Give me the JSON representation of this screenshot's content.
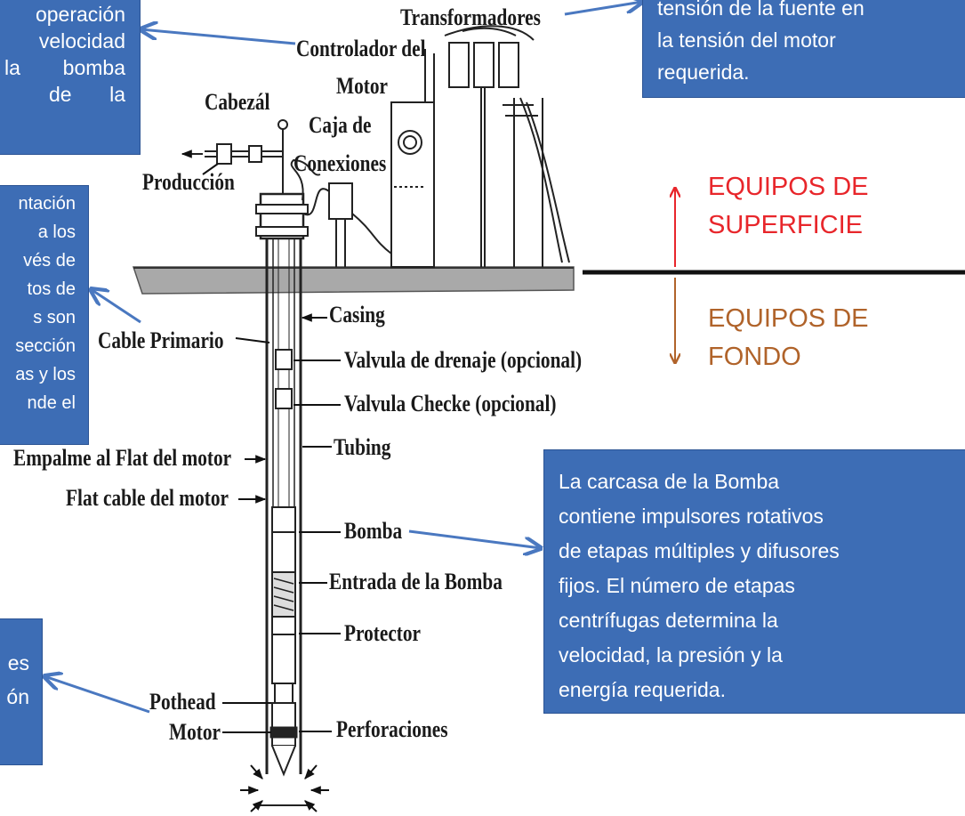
{
  "colors": {
    "box_fill": "#3d6db5",
    "box_text": "#ffffff",
    "surface_label": "#e8262b",
    "bottom_label": "#b0632a",
    "arrow": "#4a78c0",
    "ground": "#a9a9a9"
  },
  "boxes": {
    "top_left": [
      "operación",
      "velocidad",
      "la   bomba",
      "de   la"
    ],
    "top_right": [
      "tensión de la fuente en",
      "la  tensión  del  motor",
      "requerida."
    ],
    "mid_left": [
      "ntación",
      "a   los",
      "vés   de",
      "tos   de",
      "s   son",
      "sección",
      "as y los",
      "nde   el"
    ],
    "bottom_left": [
      "es",
      "ón"
    ],
    "right": [
      "La  carcasa  de  la  Bomba",
      "contiene  impulsores  rotativos",
      "de etapas múltiples y difusores",
      "fijos.  El  número  de  etapas",
      "centrífugas      determina      la",
      "velocidad,  la  presión  y  la",
      "energía requerida."
    ]
  },
  "zones": {
    "surface": "EQUIPOS DE SUPERFICIE",
    "surface_lines": [
      "EQUIPOS DE",
      "SUPERFICIE"
    ],
    "bottom_lines": [
      "EQUIPOS DE",
      "FONDO"
    ]
  },
  "labels": {
    "transformadores": "Transformadores",
    "controlador_1": "Controlador del",
    "controlador_2": "Motor",
    "cabezal": "Cabezál",
    "caja_1": "Caja de",
    "caja_2": "Conexiones",
    "produccion": "Producción",
    "casing": "Casing",
    "cable_primario": "Cable Primario",
    "valvula_drenaje": "Valvula de drenaje (opcional)",
    "valvula_checke": "Valvula Checke (opcional)",
    "tubing": "Tubing",
    "empalme": "Empalme al Flat del motor",
    "flat_cable": "Flat cable del motor",
    "bomba": "Bomba",
    "entrada": "Entrada de la Bomba",
    "protector": "Protector",
    "pothead": "Pothead",
    "motor": "Motor",
    "perforaciones": "Perforaciones"
  }
}
